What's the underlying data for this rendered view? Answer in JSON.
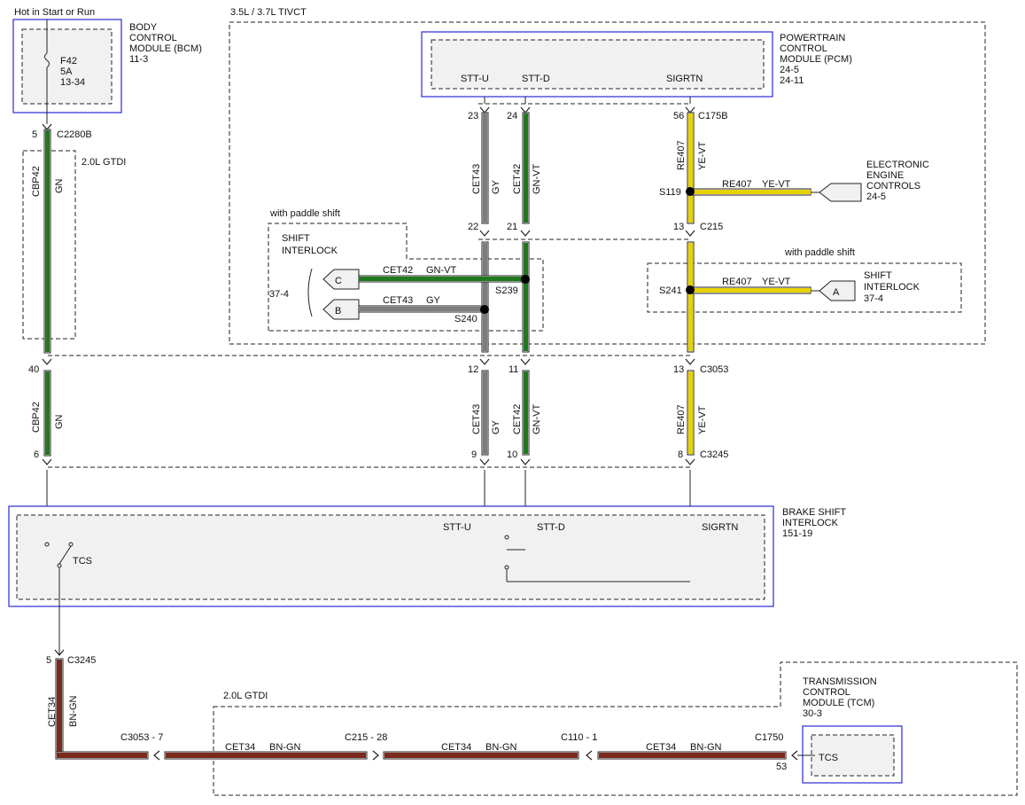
{
  "labels": {
    "hot_in": "Hot in Start or Run",
    "tivct": "3.5L / 3.7L TIVCT",
    "gtdi_top": "2.0L GTDI",
    "gtdi_bottom": "2.0L GTDI",
    "with_paddle_left": "with paddle shift",
    "with_paddle_right": "with paddle shift"
  },
  "bcm": {
    "l1": "BODY",
    "l2": "CONTROL",
    "l3": "MODULE (BCM)",
    "l4": "11-3",
    "fuse": "F42",
    "amps": "5A",
    "ref": "13-34"
  },
  "pcm": {
    "l1": "POWERTRAIN",
    "l2": "CONTROL",
    "l3": "MODULE (PCM)",
    "l4": "24-5",
    "l5": "24-11",
    "pin_u": "STT-U",
    "pin_d": "STT-D",
    "pin_sig": "SIGRTN"
  },
  "eec": {
    "l1": "ELECTRONIC",
    "l2": "ENGINE",
    "l3": "CONTROLS",
    "l4": "24-5"
  },
  "shift_interlock_left": {
    "l1": "SHIFT",
    "l2": "INTERLOCK",
    "ref": "37-4",
    "pin_c": "C",
    "pin_b": "B"
  },
  "shift_interlock_right": {
    "l1": "SHIFT",
    "l2": "INTERLOCK",
    "ref": "37-4",
    "pin_a": "A"
  },
  "bsi": {
    "l1": "BRAKE SHIFT",
    "l2": "INTERLOCK",
    "l3": "151-19",
    "pin_u": "STT-U",
    "pin_d": "STT-D",
    "pin_sig": "SIGRTN",
    "switch": "TCS"
  },
  "tcm": {
    "l1": "TRANSMISSION",
    "l2": "CONTROL",
    "l3": "MODULE (TCM)",
    "l4": "30-3",
    "switch": "TCS"
  },
  "wires": {
    "cbp42": "CBP42",
    "gn": "GN",
    "cet43": "CET43",
    "gy": "GY",
    "cet42": "CET42",
    "gnvt": "GN-VT",
    "re407": "RE407",
    "yevt": "YE-VT",
    "cet34": "CET34",
    "bngn": "BN-GN"
  },
  "connectors": {
    "c2280b": "C2280B",
    "c175b": "C175B",
    "c215": "C215",
    "c3053": "C3053",
    "c3245": "C3245",
    "c3245_lower": "C3245",
    "c3053_7": "C3053 - 7",
    "c215_28": "C215 - 28",
    "c110_1": "C110 - 1",
    "c1750": "C1750"
  },
  "splices": {
    "s119": "S119",
    "s239": "S239",
    "s240": "S240",
    "s241": "S241"
  },
  "pins": {
    "bcm_5": "5",
    "p40": "40",
    "p6": "6",
    "p23": "23",
    "p24": "24",
    "p56": "56",
    "p22": "22",
    "p21": "21",
    "p13a": "13",
    "p12": "12",
    "p11": "11",
    "p13b": "13",
    "p9": "9",
    "p10": "10",
    "p8": "8",
    "p5": "5",
    "p53": "53"
  },
  "colors": {
    "gn": "#1f7a1f",
    "gy": "#7d7d7d",
    "yevt": "#e6d200",
    "bngn": "#7a2a1c",
    "module_border": "#2a2ad8",
    "module_fill": "#f1f1f1"
  }
}
